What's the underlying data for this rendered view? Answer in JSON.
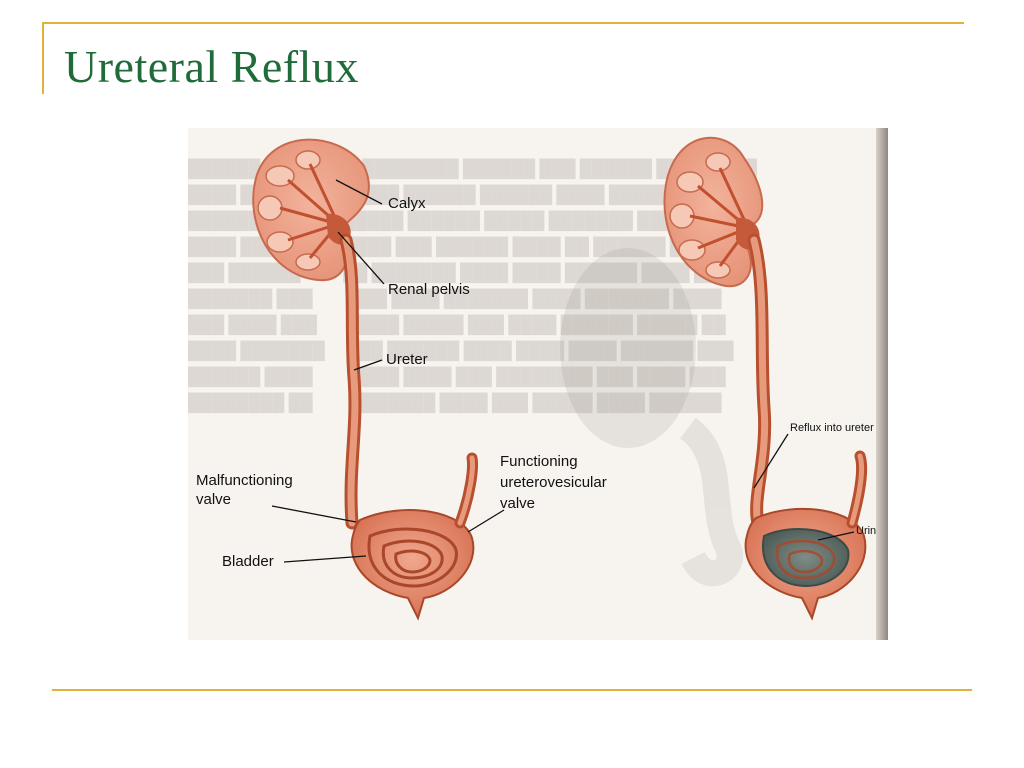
{
  "slide": {
    "title": "Ureteral Reflux"
  },
  "figure": {
    "labels": {
      "calyx": "Calyx",
      "renal_pelvis": "Renal pelvis",
      "ureter": "Ureter",
      "malfunctioning_valve_line1": "Malfunctioning",
      "malfunctioning_valve_line2": "valve",
      "functioning_valve_line1": "Functioning",
      "functioning_valve_line2": "ureterovesicular",
      "functioning_valve_line3": "valve",
      "bladder": "Bladder",
      "reflux_into_ureter": "Reflux into ureter",
      "urine": "Urine"
    }
  },
  "colors": {
    "title": "#1f6b3a",
    "rule": "#e2b13c",
    "tissue": "#e0866a",
    "tissue_dark": "#b8502f",
    "urine": "#5b6b66"
  }
}
